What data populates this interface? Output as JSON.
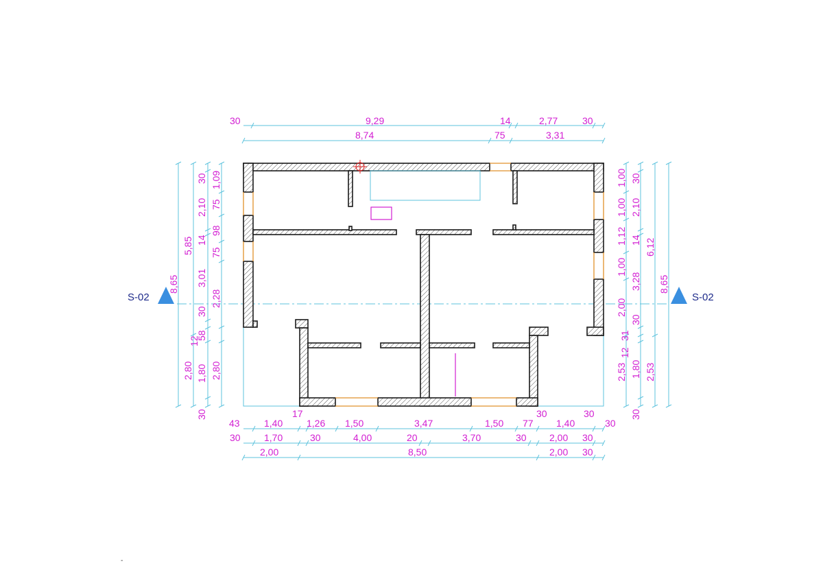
{
  "plan": {
    "section_label_left": "S-02",
    "section_label_right": "S-02",
    "colors": {
      "dimension_text": "#d21ed2",
      "dimension_line": "#5ec3dd",
      "wall_outline": "#1a1a1a",
      "opening_line": "#e0902a",
      "section_marker": "#3a8fe0",
      "section_text": "#1d2a8a"
    },
    "top_dims_row1": [
      "30",
      "9,29",
      "14",
      "2,77",
      "30"
    ],
    "top_dims_row2": [
      "8,74",
      "75",
      "3,31"
    ],
    "bottom_dims_row1": [
      "43",
      "1,40",
      "17",
      "1,26",
      "1,50",
      "3,47",
      "1,50",
      "77",
      "30",
      "1,40",
      "30",
      "30"
    ],
    "bottom_dims_row2": [
      "30",
      "1,70",
      "30",
      "4,00",
      "20",
      "3,70",
      "30",
      "2,00",
      "30"
    ],
    "bottom_dims_row3": [
      "2,00",
      "8,50",
      "2,00",
      "30"
    ],
    "left_dims_col1": [
      "8,65"
    ],
    "left_dims_col2": [
      "5,85",
      "2,80"
    ],
    "left_dims_col3": [
      "30",
      "2,10",
      "14",
      "3,01",
      "30",
      "12",
      "1,80",
      "30"
    ],
    "left_dims_col4": [
      "1,09",
      "75",
      "98",
      "75",
      "2,28",
      "58",
      "2,80"
    ],
    "right_dims_col1": [
      "1,00",
      "1,00",
      "1,12",
      "1,00",
      "2,00",
      "2,53"
    ],
    "right_dims_col2": [
      "30",
      "2,10",
      "14",
      "3,28",
      "30",
      "31",
      "12",
      "1,80",
      "30"
    ],
    "right_dims_col3": [
      "6,12",
      "2,53"
    ],
    "right_dims_col4": [
      "8,65"
    ],
    "stray_mark": "-"
  }
}
